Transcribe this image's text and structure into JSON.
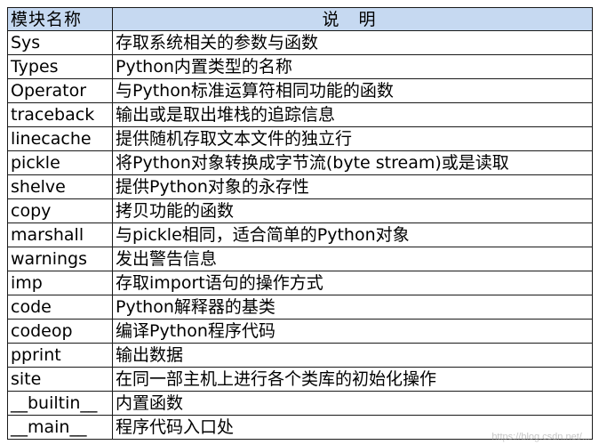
{
  "table": {
    "headers": [
      "模块名称",
      "说 明"
    ],
    "rows": [
      {
        "name": "Sys",
        "desc": "存取系统相关的参数与函数"
      },
      {
        "name": "Types",
        "desc": "Python内置类型的名称"
      },
      {
        "name": "Operator",
        "desc": "与Python标准运算符相同功能的函数"
      },
      {
        "name": "traceback",
        "desc": "输出或是取出堆栈的追踪信息"
      },
      {
        "name": "linecache",
        "desc": "提供随机存取文本文件的独立行"
      },
      {
        "name": "pickle",
        "desc": "将Python对象转换成字节流(byte stream)或是读取"
      },
      {
        "name": "shelve",
        "desc": "提供Python对象的永存性"
      },
      {
        "name": "copy",
        "desc": "拷贝功能的函数"
      },
      {
        "name": "marshall",
        "desc": "与pickle相同，适合简单的Python对象"
      },
      {
        "name": "warnings",
        "desc": "发出警告信息"
      },
      {
        "name": "imp",
        "desc": "存取import语句的操作方式"
      },
      {
        "name": "code",
        "desc": "Python解释器的基类"
      },
      {
        "name": "codeop",
        "desc": "编译Python程序代码"
      },
      {
        "name": "pprint",
        "desc": "输出数据"
      },
      {
        "name": "site",
        "desc": "在同一部主机上进行各个类库的初始化操作"
      },
      {
        "name": "__builtin__",
        "desc": "内置函数"
      },
      {
        "name": "__main__",
        "desc": "程序代码入口处"
      }
    ]
  },
  "watermark": "https://blog.csdn.net/...",
  "colors": {
    "header_bg": "#c6d9f1",
    "border": "#1a1a1a"
  }
}
